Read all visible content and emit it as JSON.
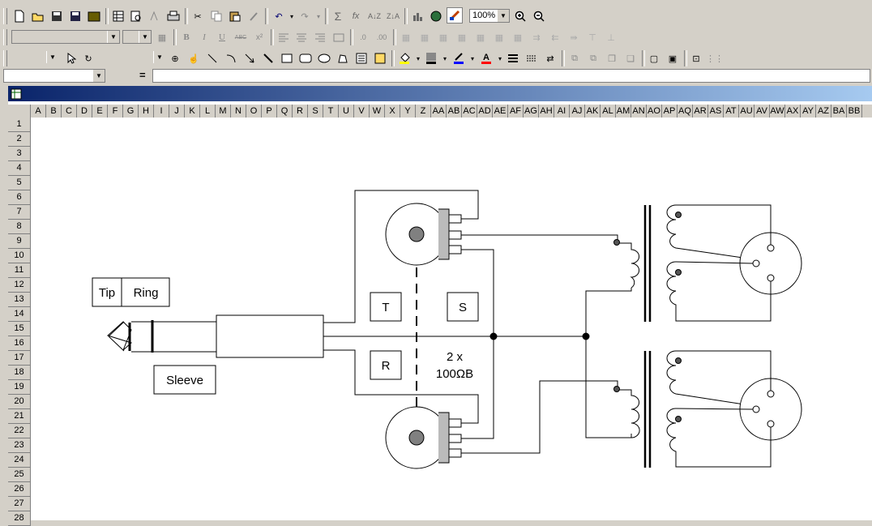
{
  "toolbar": {
    "zoom": "100%",
    "sum_icon": "Σ",
    "fx_icon": "fx",
    "bold": "B",
    "italic": "I",
    "underline": "U",
    "abc": "ABC"
  },
  "formula_bar": {
    "name_box": "",
    "equals": "=",
    "value": ""
  },
  "columns": [
    "A",
    "B",
    "C",
    "D",
    "E",
    "F",
    "G",
    "H",
    "I",
    "J",
    "K",
    "L",
    "M",
    "N",
    "O",
    "P",
    "Q",
    "R",
    "S",
    "T",
    "U",
    "V",
    "W",
    "X",
    "Y",
    "Z",
    "AA",
    "AB",
    "AC",
    "AD",
    "AE",
    "AF",
    "AG",
    "AH",
    "AI",
    "AJ",
    "AK",
    "AL",
    "AM",
    "AN",
    "AO",
    "AP",
    "AQ",
    "AR",
    "AS",
    "AT",
    "AU",
    "AV",
    "AW",
    "AX",
    "AY",
    "AZ",
    "BA",
    "BB"
  ],
  "rows": [
    "1",
    "2",
    "3",
    "4",
    "5",
    "6",
    "7",
    "8",
    "9",
    "10",
    "11",
    "12",
    "13",
    "14",
    "15",
    "16",
    "17",
    "18",
    "19",
    "20",
    "21",
    "22",
    "23",
    "24",
    "25",
    "26",
    "27",
    "28"
  ],
  "diagram": {
    "tip": "Tip",
    "ring": "Ring",
    "sleeve": "Sleeve",
    "t_label": "T",
    "s_label": "S",
    "r_label": "R",
    "pot_label_line1": "2 x",
    "pot_label_line2": "100ΩB"
  }
}
